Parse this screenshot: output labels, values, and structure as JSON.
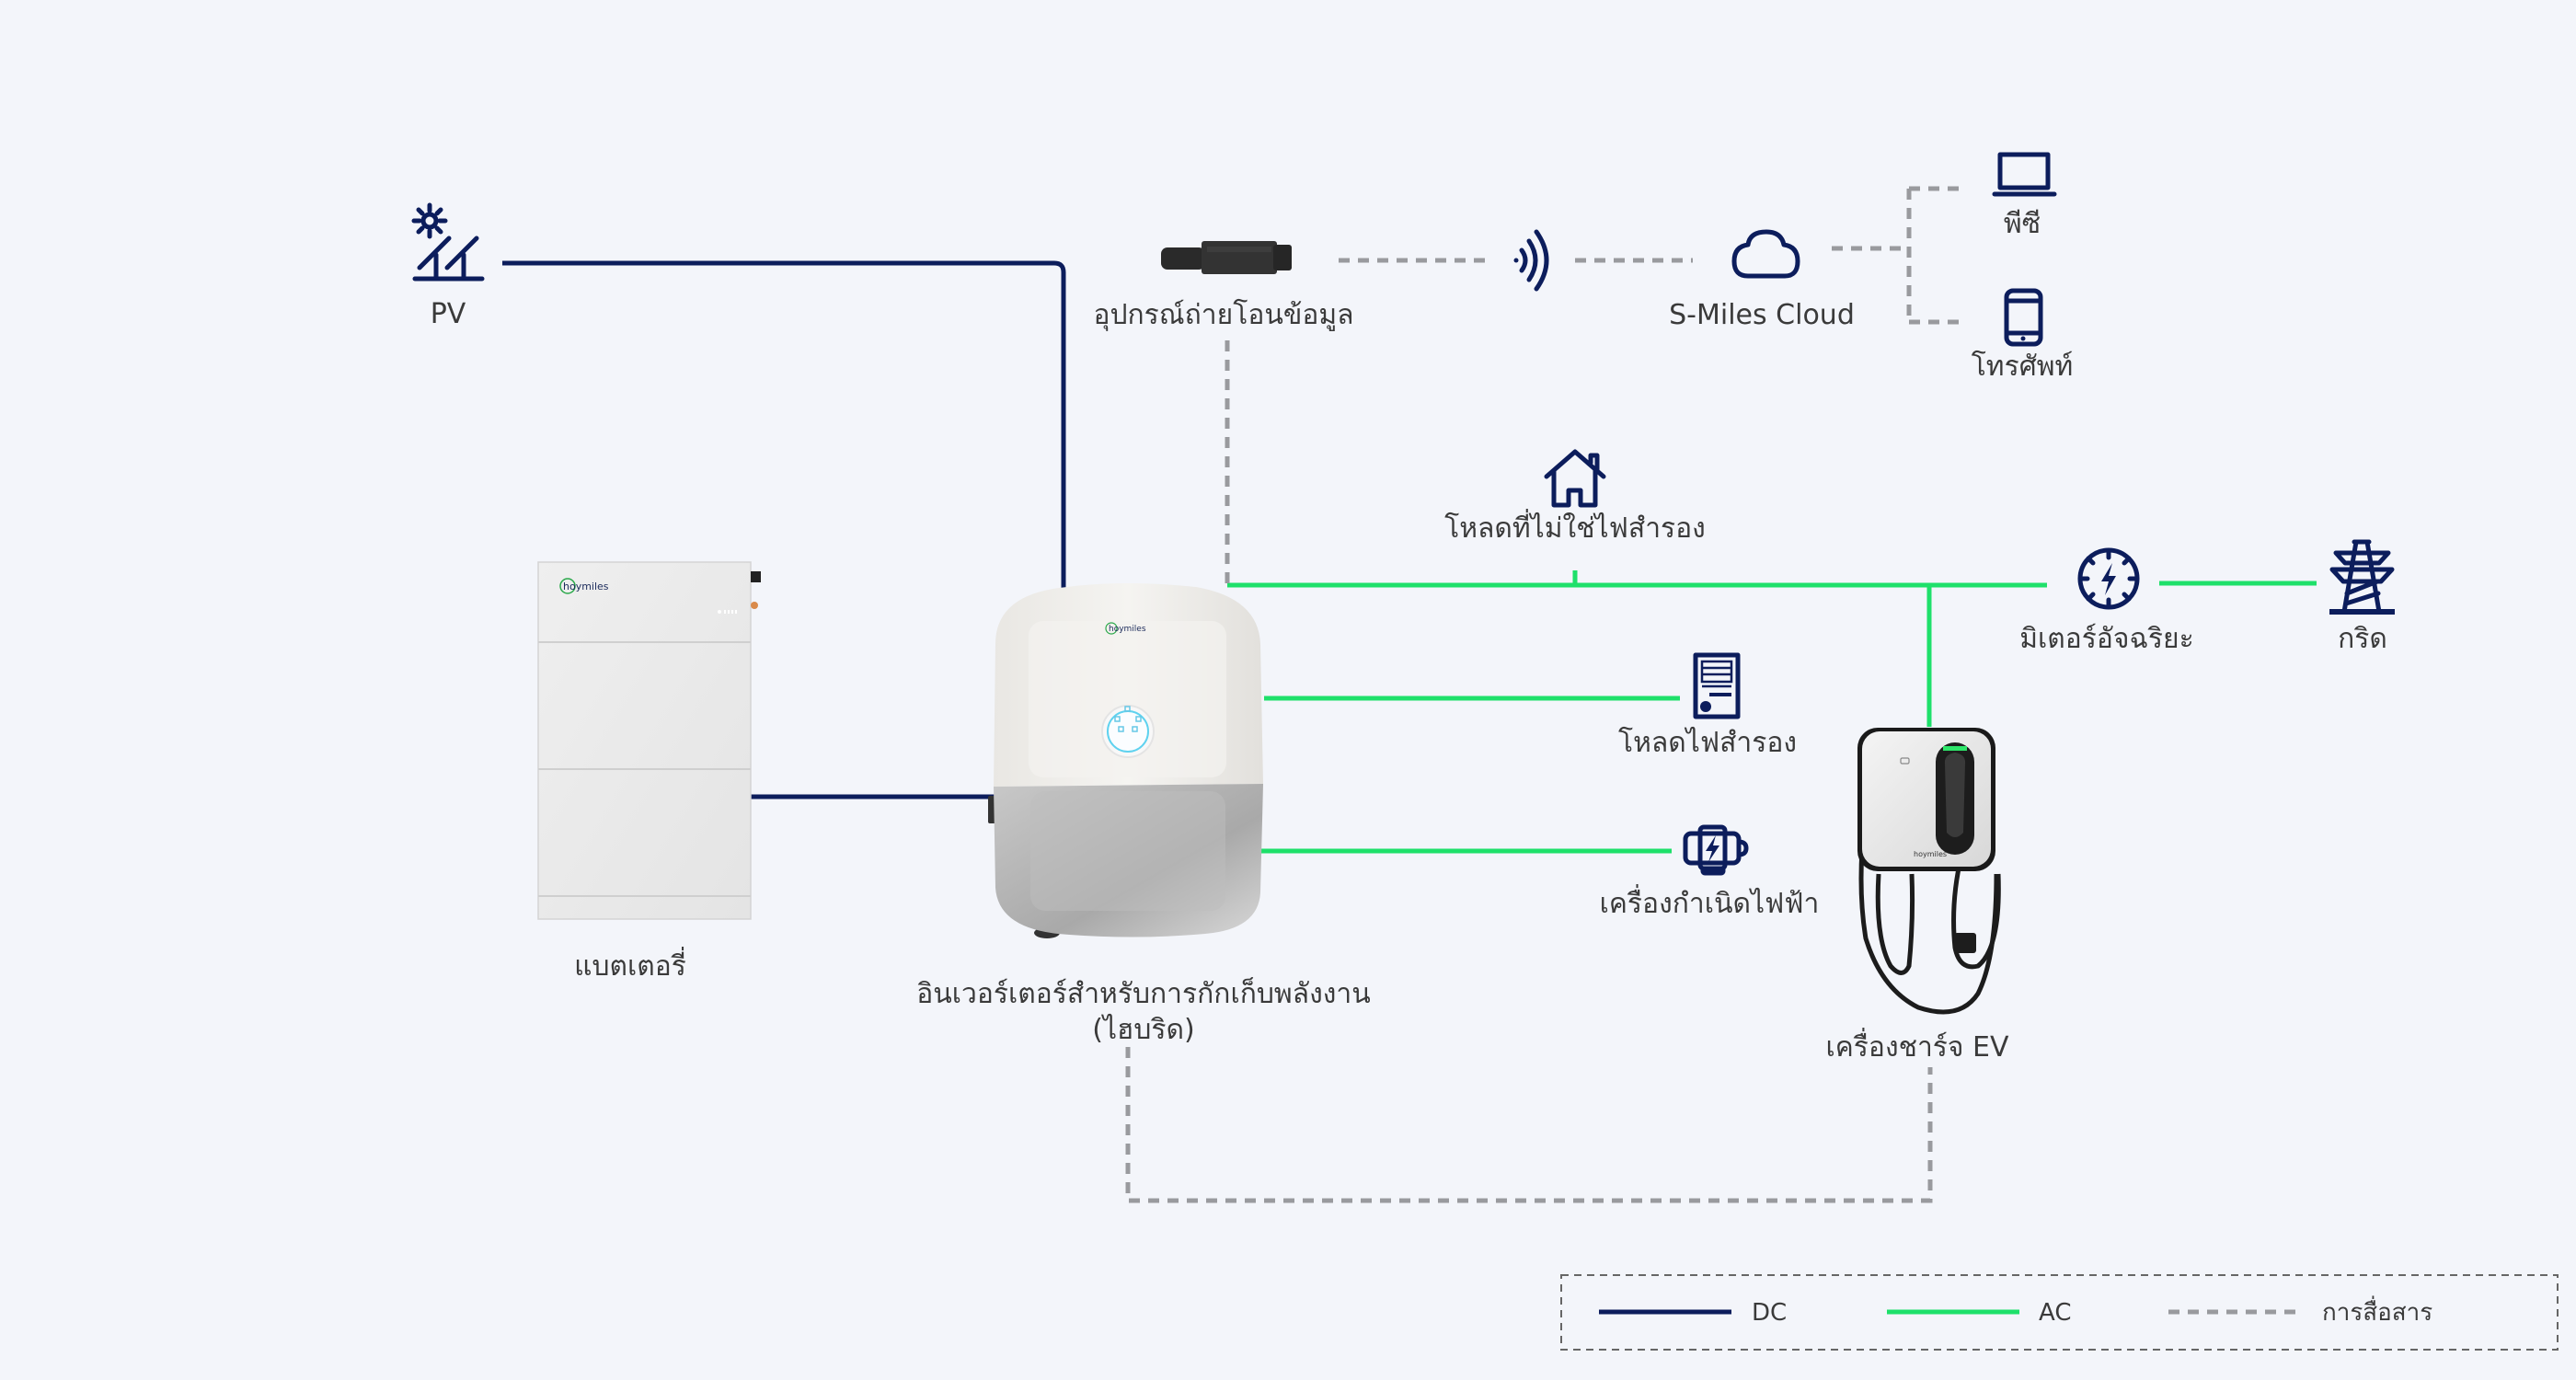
{
  "diagram": {
    "title": "Hybrid energy storage system wiring",
    "colors": {
      "background": "#f3f5fa",
      "dc": "#0c1d5c",
      "ac": "#1ee06a",
      "communication": "#999a9e",
      "icon": "#0c1d5c",
      "text": "#3a3a3a"
    },
    "nodes": {
      "pv": {
        "label": "PV",
        "icon": "solar-panel-icon"
      },
      "dtu": {
        "label": "อุปกรณ์ถ่ายโอนข้อมูล",
        "icon": "data-transfer-dongle"
      },
      "wifi": {
        "icon": "wireless-signal-icon"
      },
      "cloud": {
        "label": "S-Miles Cloud",
        "icon": "cloud-icon"
      },
      "pc": {
        "label": "พีซี",
        "icon": "laptop-icon"
      },
      "phone": {
        "label": "โทรศัพท์",
        "icon": "phone-icon"
      },
      "non_backup_load": {
        "label": "โหลดที่ไม่ใช่ไฟสำรอง",
        "icon": "house-icon"
      },
      "smart_meter": {
        "label": "มิเตอร์อัจฉริยะ",
        "icon": "smart-meter-icon"
      },
      "grid": {
        "label": "กริด",
        "icon": "power-tower-icon"
      },
      "battery": {
        "label": "แบตเตอรี่",
        "brand": "hoymiles"
      },
      "inverter": {
        "label_line1": "อินเวอร์เตอร์สำหรับการกักเก็บพลังงาน",
        "label_line2": "(ไฮบริด)",
        "brand": "hoymiles"
      },
      "backup_load": {
        "label": "โหลดไฟสำรอง",
        "icon": "backup-load-icon"
      },
      "generator": {
        "label": "เครื่องกำเนิดไฟฟ้า",
        "icon": "generator-icon"
      },
      "ev_charger": {
        "label": "เครื่องชาร์จ EV",
        "brand": "hoymiles"
      }
    },
    "connections": [
      {
        "from": "pv",
        "to": "inverter",
        "type": "DC"
      },
      {
        "from": "battery",
        "to": "inverter",
        "type": "DC"
      },
      {
        "from": "inverter",
        "to": "smart_meter",
        "type": "AC"
      },
      {
        "from": "non_backup_load",
        "to": "inverter",
        "type": "AC"
      },
      {
        "from": "smart_meter",
        "to": "grid",
        "type": "AC"
      },
      {
        "from": "inverter",
        "to": "backup_load",
        "type": "AC"
      },
      {
        "from": "inverter",
        "to": "generator",
        "type": "AC"
      },
      {
        "from": "ev_charger",
        "to": "inverter",
        "type": "AC"
      },
      {
        "from": "dtu",
        "to": "inverter",
        "type": "communication"
      },
      {
        "from": "dtu",
        "to": "cloud",
        "type": "communication"
      },
      {
        "from": "cloud",
        "to": "pc",
        "type": "communication"
      },
      {
        "from": "cloud",
        "to": "phone",
        "type": "communication"
      },
      {
        "from": "inverter",
        "to": "ev_charger",
        "type": "communication"
      }
    ],
    "legend": [
      {
        "key": "dc",
        "label": "DC"
      },
      {
        "key": "ac",
        "label": "AC"
      },
      {
        "key": "comm",
        "label": "การสื่อสาร"
      }
    ]
  }
}
